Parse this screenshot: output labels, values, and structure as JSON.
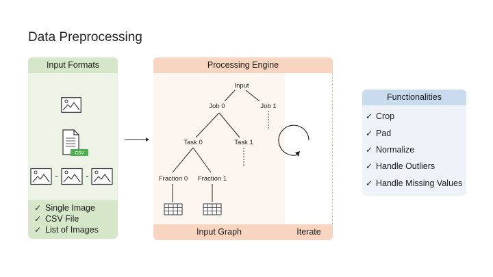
{
  "title": "Data Preprocessing",
  "input_formats": {
    "header": "Input Formats",
    "csv_tag": "CSV",
    "items": [
      "Single Image",
      "CSV File",
      "List of Images"
    ],
    "icons": [
      "image-icon",
      "csv-file-icon",
      "image-list-icon"
    ]
  },
  "engine": {
    "header": "Processing Engine",
    "footer_left": "Input Graph",
    "footer_right": "Iterate",
    "nodes": {
      "input": "Input",
      "job0": "Job 0",
      "job1": "Job 1",
      "task0": "Task 0",
      "task1": "Task 1",
      "fraction0": "Fraction 0",
      "fraction1": "Fraction 1"
    }
  },
  "functionalities": {
    "header": "Functionalities",
    "items": [
      "Crop",
      "Pad",
      "Normalize",
      "Handle Outliers",
      "Handle Missing Values"
    ]
  },
  "colors": {
    "input_light": "#eef3e8",
    "input_dark": "#d6e6c8",
    "engine_light": "#fdf5f0",
    "engine_dark": "#f8d5c0",
    "func_light": "#eef3f9",
    "func_dark": "#c9dbee",
    "csv_green": "#4caf50"
  }
}
